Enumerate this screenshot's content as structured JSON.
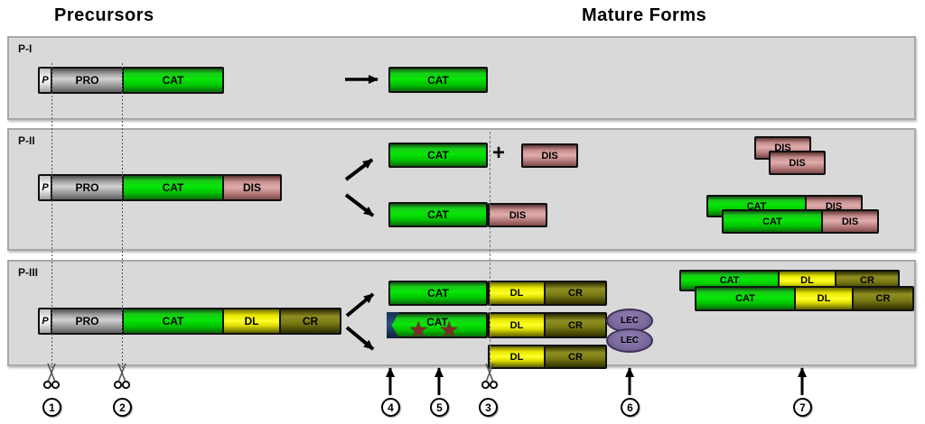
{
  "header": {
    "precursors_title": "Precursors",
    "mature_title": "Mature Forms"
  },
  "panels": {
    "p1_label": "P-I",
    "p2_label": "P-II",
    "p3_label": "P-III"
  },
  "domain_labels": {
    "p": "P",
    "pro": "PRO",
    "cat": "CAT",
    "dis": "DIS",
    "dl": "DL",
    "cr": "CR",
    "lec": "LEC"
  },
  "operators": {
    "plus": "+"
  },
  "markers": [
    "1",
    "2",
    "3",
    "4",
    "5",
    "6",
    "7"
  ],
  "icons": {
    "star": "★",
    "scissors": "scissors-icon",
    "up_arrow": "up-arrow",
    "flow_arrow": "arrow-right"
  },
  "colors": {
    "panel_bg": "#d9d9d9",
    "cat_green": "#07e607",
    "dis_rose": "#cf9c9c",
    "dl_yellow": "#ffff2a",
    "cr_olive": "#6b6b00",
    "pro_gray": "#b8b8b8",
    "signal_white": "#ffffff",
    "lec_purple": "#7c6b9e",
    "notch_navy": "#1c3a5e",
    "star_maroon": "#7b2b2b"
  }
}
